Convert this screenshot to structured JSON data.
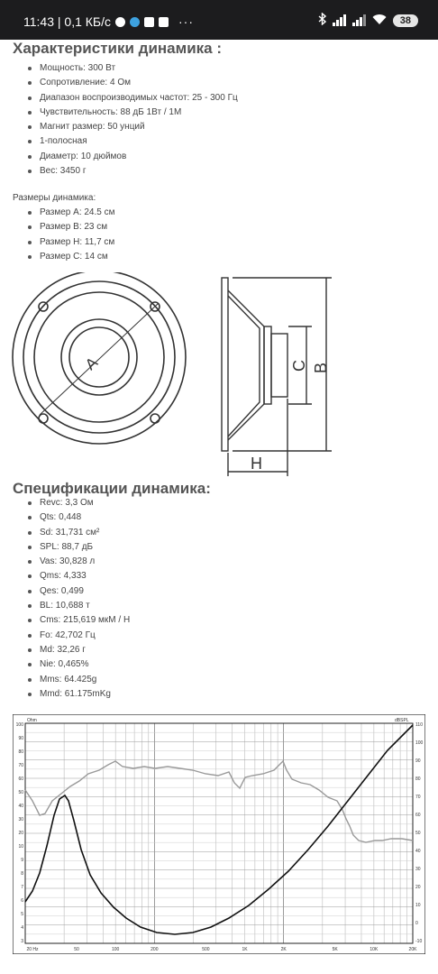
{
  "status": {
    "time_speed": "11:43 | 0,1 КБ/с",
    "more": "···",
    "battery": "38"
  },
  "section1": {
    "title": "Характеристики динамика :",
    "items": [
      "Мощность: 300 Вт",
      "Сопротивление: 4 Ом",
      "Диапазон воспроизводимых частот: 25 - 300 Гц",
      "Чувствительность: 88 дБ 1Вт / 1М",
      "Магнит размер: 50 унций",
      "1-полосная",
      "Диаметр: 10 дюймов",
      "Вес: 3450 г"
    ]
  },
  "dimensions": {
    "label": "Размеры динамика:",
    "items": [
      "Размер A: 24.5 см",
      "Размер B: 23 см",
      "Размер H: 11,7 см",
      "Размер C: 14 см"
    ]
  },
  "drawing": {
    "label_a": "A",
    "label_b": "B",
    "label_c": "C",
    "label_h": "H"
  },
  "section2": {
    "title": "Спецификации динамика:",
    "items": [
      "Revc: 3,3 Ом",
      "Qts: 0,448",
      "Sd: 31,731 см²",
      "SPL: 88,7 дБ",
      "Vas: 30,828 л",
      "Qms: 4,333",
      "Qes: 0,499",
      "BL: 10,688 т",
      "Cms: 215,619 мкМ / Н",
      "Fo: 42,702 Гц",
      "Md: 32,26 г",
      "Nie: 0,465%",
      "Mms: 64.425g",
      "Mmd: 61.175mKg"
    ]
  },
  "graph": {
    "left_unit": "Ohm",
    "right_unit": "dBSPL",
    "left_ticks": [
      "100",
      "90",
      "80",
      "70",
      "60",
      "50",
      "40",
      "30",
      "20",
      "10",
      "9",
      "8",
      "7",
      "6",
      "5",
      "4",
      "3"
    ],
    "right_ticks": [
      "110",
      "100",
      "90",
      "80",
      "70",
      "60",
      "50",
      "40",
      "30",
      "20",
      "10",
      "0",
      "-10"
    ],
    "x_ticks": [
      "20 Hz",
      "50",
      "100",
      "200",
      "500",
      "1K",
      "2K",
      "5K",
      "10K",
      "20K"
    ]
  }
}
